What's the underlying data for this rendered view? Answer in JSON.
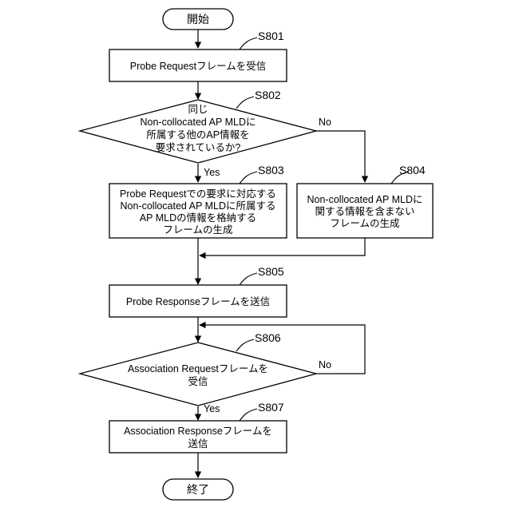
{
  "start": "開始",
  "end": "終了",
  "steps": {
    "s801": {
      "id": "S801",
      "lines": [
        "Probe Requestフレームを受信"
      ]
    },
    "s802": {
      "id": "S802",
      "lines": [
        "同じ",
        "Non-collocated AP MLDに",
        "所属する他のAP情報を",
        "要求されているか?"
      ]
    },
    "s803": {
      "id": "S803",
      "lines": [
        "Probe Requestでの要求に対応する",
        "Non-collocated AP MLDに所属する",
        "AP MLDの情報を格納する",
        "フレームの生成"
      ]
    },
    "s804": {
      "id": "S804",
      "lines": [
        "Non-collocated AP MLDに",
        "関する情報を含まない",
        "フレームの生成"
      ]
    },
    "s805": {
      "id": "S805",
      "lines": [
        "Probe Responseフレームを送信"
      ]
    },
    "s806": {
      "id": "S806",
      "lines": [
        "Association Requestフレームを",
        "受信"
      ]
    },
    "s807": {
      "id": "S807",
      "lines": [
        "Association Responseフレームを",
        "送信"
      ]
    }
  },
  "branches": {
    "s802_yes": "Yes",
    "s802_no": "No",
    "s806_yes": "Yes",
    "s806_no": "No"
  }
}
